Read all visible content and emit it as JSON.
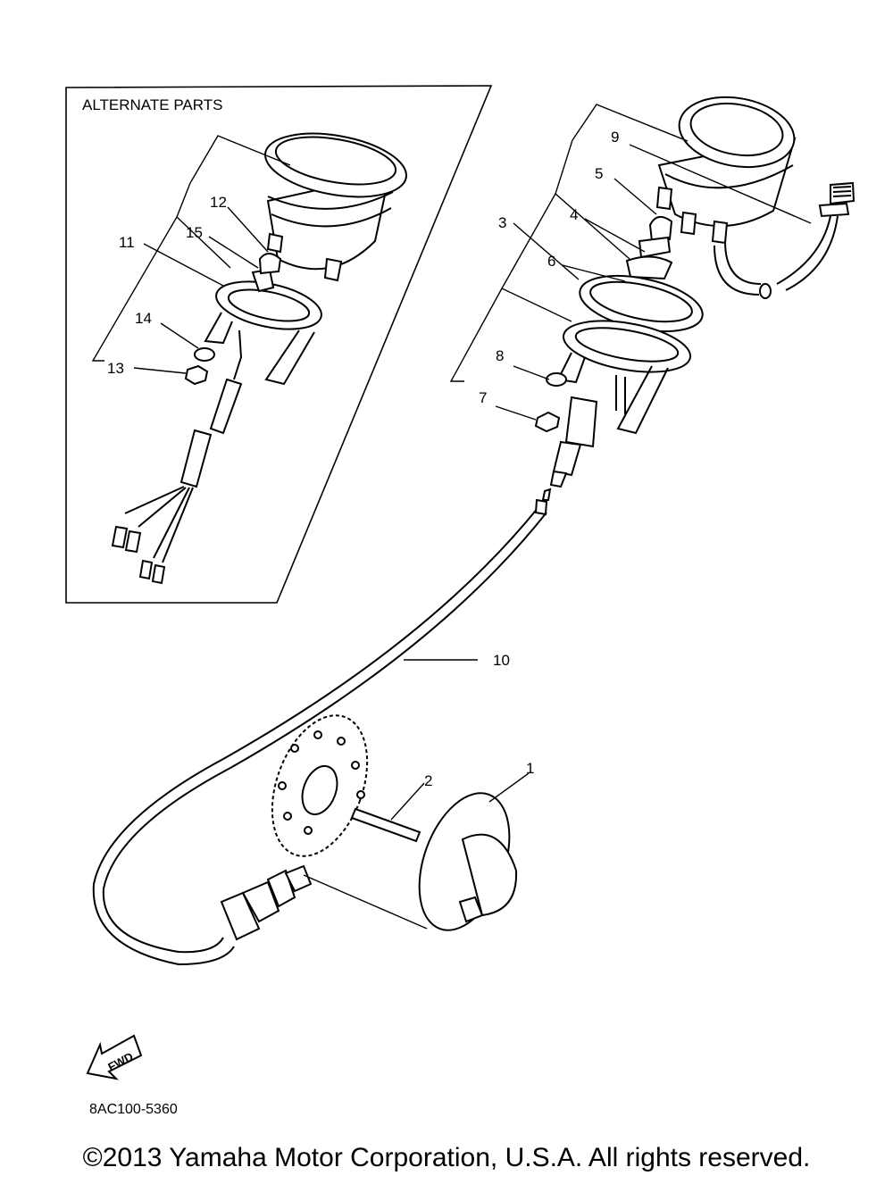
{
  "diagram": {
    "alternate_parts_label": "ALTERNATE PARTS",
    "callouts": {
      "n1": "1",
      "n2": "2",
      "n3": "3",
      "n4": "4",
      "n5": "5",
      "n6": "6",
      "n7": "7",
      "n8": "8",
      "n9": "9",
      "n10": "10",
      "n11": "11",
      "n12": "12",
      "n13": "13",
      "n14": "14",
      "n15": "15"
    },
    "fwd_label": "FWD",
    "diagram_code": "8AC100-5360",
    "copyright": "©2013 Yamaha Motor Corporation, U.S.A. All rights reserved."
  }
}
